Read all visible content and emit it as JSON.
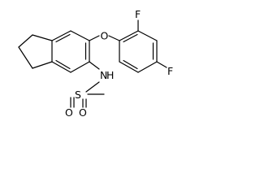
{
  "structure": {
    "atoms": {
      "o_ether": "O",
      "n_amide": "N",
      "h_amide": "H",
      "f_ortho": "F",
      "f_para": "F",
      "s_sulfonyl": "S",
      "o_sulfonyl_left": "O",
      "o_sulfonyl_right": "O"
    }
  }
}
